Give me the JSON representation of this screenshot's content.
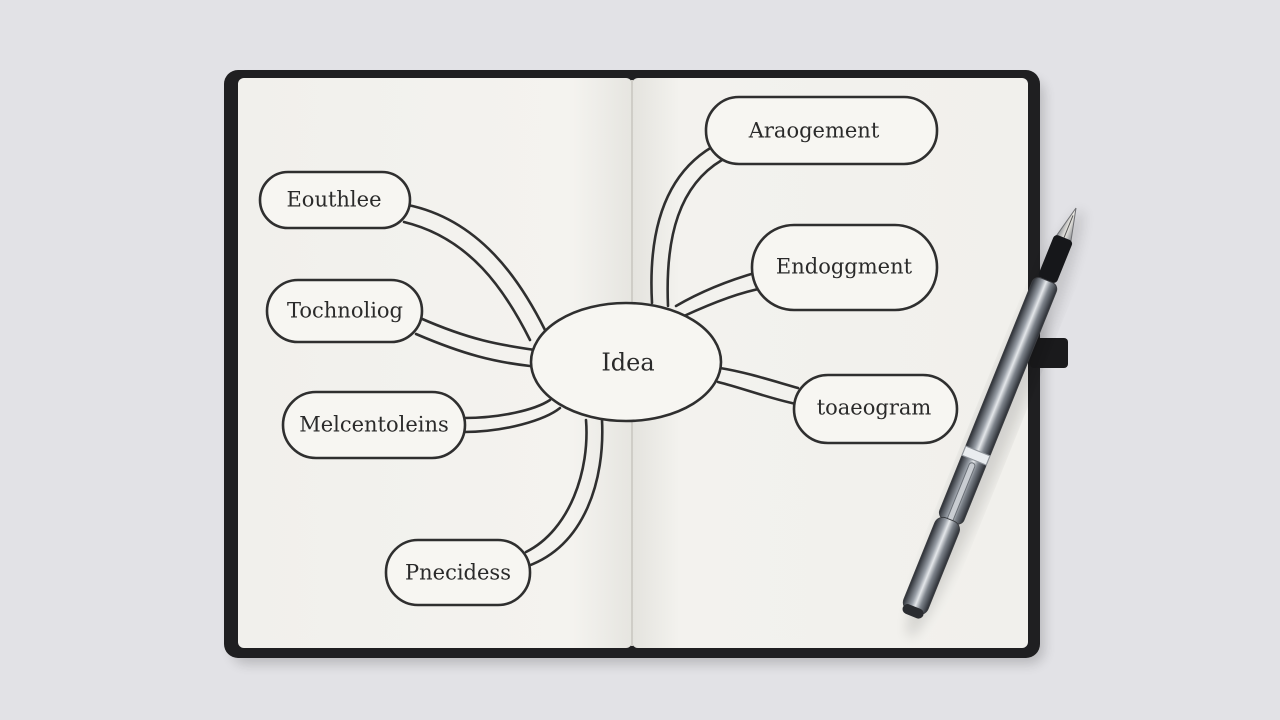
{
  "photo": {
    "background_color": "#e2e2e6",
    "notebook_cover_color": "#1f1f21",
    "paper_color": "#f4f3ef",
    "ink_color": "#2a2a2a"
  },
  "mind_map": {
    "center": "Idea",
    "branches": [
      "Eouthlee",
      "Tochnoliog",
      "Melcentoleins",
      "Pnecidess",
      "Araogement",
      "Endoggment",
      "toaeogram"
    ]
  },
  "objects": {
    "pen": "fountain-pen",
    "bookmark": "ribbon-bookmark"
  }
}
